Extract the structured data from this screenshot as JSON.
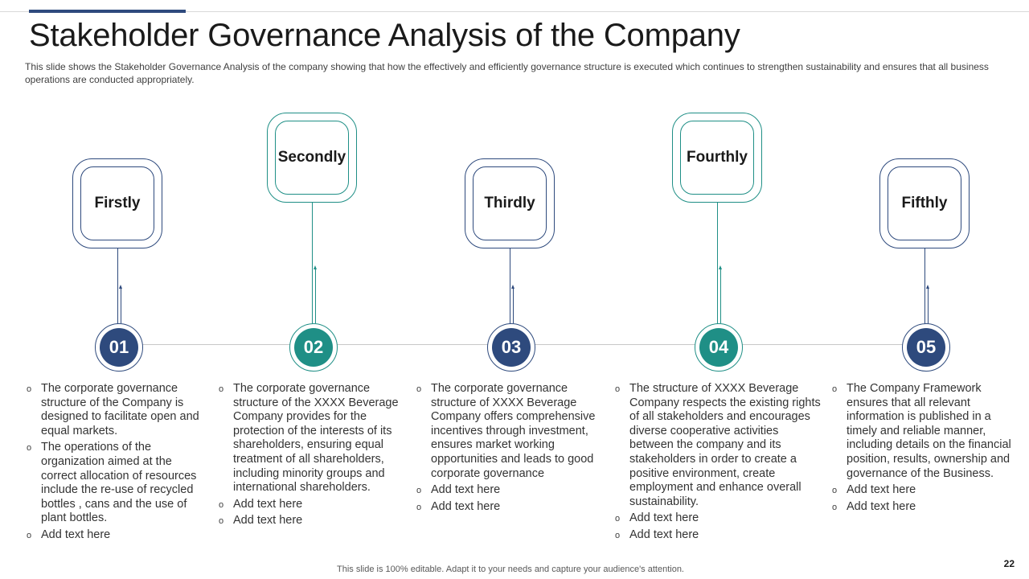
{
  "title": "Stakeholder Governance Analysis of the Company",
  "subtitle": "This slide shows the Stakeholder Governance  Analysis of the company showing that how the effectively and efficiently governance  structure is executed which continues to strengthen sustainability and ensures that all business operations  are conducted appropriately.",
  "colors": {
    "blue": "#2e4a7d",
    "teal": "#1f8f86"
  },
  "bullet_icon": "hollow-circle-bullet-icon",
  "steps": [
    {
      "number": "01",
      "label": "Firstly",
      "color": "blue",
      "bullets": [
        "The corporate governance structure of the Company is designed to facilitate open and equal markets.",
        "The operations of the organization aimed at the correct allocation of resources include the re-use of recycled bottles , cans and the use of plant bottles.",
        "Add text here"
      ]
    },
    {
      "number": "02",
      "label": "Secondly",
      "color": "teal",
      "bullets": [
        "The corporate governance structure of the XXXX  Beverage Company provides for the protection of the interests of its shareholders, ensuring equal treatment of all shareholders, including minority groups and international shareholders.",
        "Add text here",
        "Add text here"
      ]
    },
    {
      "number": "03",
      "label": "Thirdly",
      "color": "blue",
      "bullets": [
        "The corporate governance structure of XXXX  Beverage Company offers comprehensive incentives through investment, ensures market working opportunities and leads to good corporate governance",
        "Add text here",
        "Add text here"
      ]
    },
    {
      "number": "04",
      "label": "Fourthly",
      "color": "teal",
      "bullets": [
        "The structure of XXXX  Beverage Company respects the existing rights of all stakeholders and encourages diverse cooperative activities between the company and its stakeholders in order to create a positive environment, create employment and enhance overall sustainability.",
        "Add text here",
        "Add text here"
      ]
    },
    {
      "number": "05",
      "label": "Fifthly",
      "color": "blue",
      "bullets": [
        "The Company Framework ensures that all relevant information is published in a timely and reliable manner, including details on the financial position, results, ownership and governance of the Business.",
        "Add text here",
        "Add text here"
      ]
    }
  ],
  "footer": "This slide is 100% editable. Adapt it to your needs and capture your audience's attention.",
  "page_number": "22"
}
